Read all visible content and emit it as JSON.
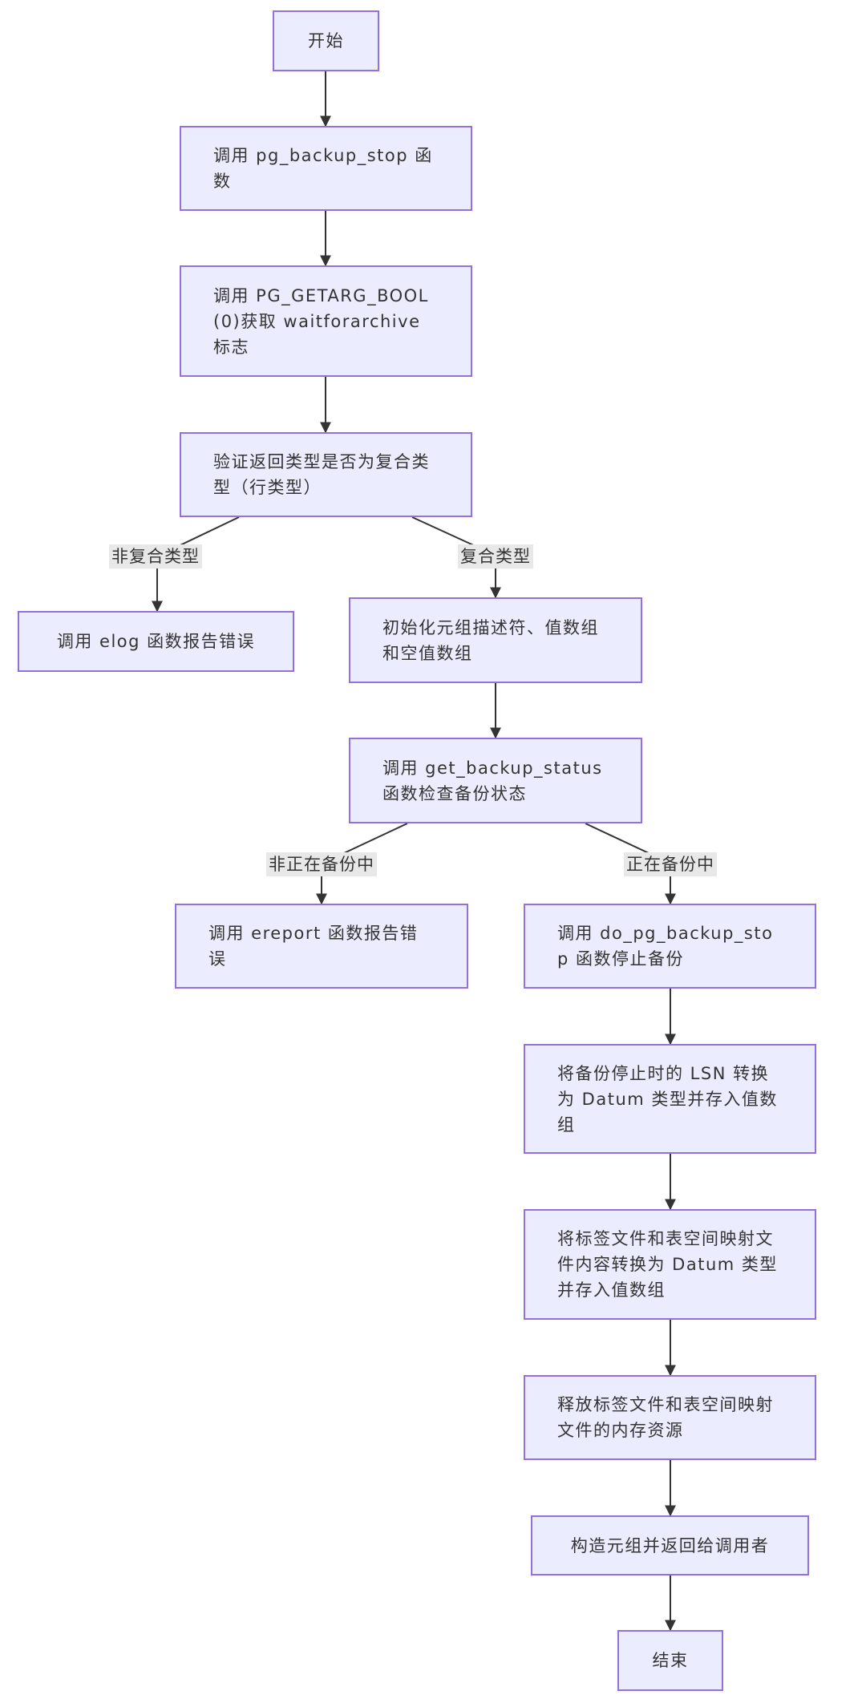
{
  "nodes": {
    "start": "开始",
    "call_stop": "调用 pg_backup_stop 函数",
    "get_arg": "调用 PG_GETARG_BOOL(0)获取 waitforarchive 标志",
    "check_type": "验证返回类型是否为复合类型（行类型）",
    "elog_error": "调用 elog 函数报告错误",
    "init_tuple": "初始化元组描述符、值数组和空值数组",
    "get_status": "调用 get_backup_status 函数检查备份状态",
    "ereport_error": "调用 ereport 函数报告错误",
    "do_stop": "调用 do_pg_backup_stop 函数停止备份",
    "lsn_convert": "将备份停止时的 LSN 转换为 Datum 类型并存入值数组",
    "label_convert": "将标签文件和表空间映射文件内容转换为 Datum 类型并存入值数组",
    "free_mem": "释放标签文件和表空间映射文件的内存资源",
    "build_tuple": "构造元组并返回给调用者",
    "end": "结束"
  },
  "edge_labels": {
    "non_composite": "非复合类型",
    "composite": "复合类型",
    "not_in_backup": "非正在备份中",
    "in_backup": "正在备份中"
  },
  "colors": {
    "node_fill": "#ececff",
    "node_border": "#9370db",
    "edge": "#333333",
    "label_bg": "#e8e8e8"
  }
}
